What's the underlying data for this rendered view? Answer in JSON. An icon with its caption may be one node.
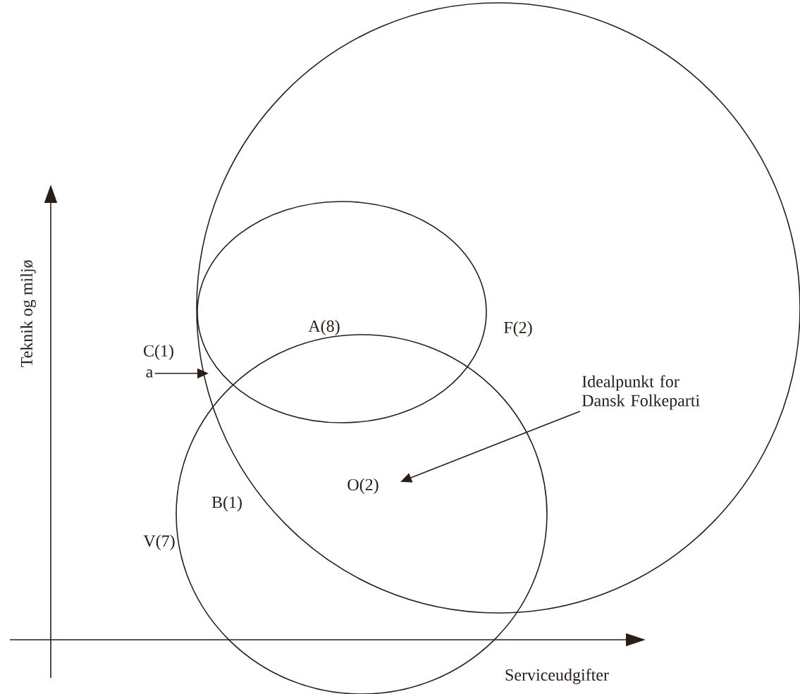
{
  "diagram": {
    "nodes": [
      {
        "text": [
          "a"
        ]
      },
      {
        "text": [
          "Idealpunkt for Dansk Folkeparti"
        ]
      }
    ],
    "edges": [
      {
        "from": 0,
        "to": null,
        "arrow": "to"
      },
      {
        "from": 1,
        "to": null,
        "arrow": "to"
      }
    ],
    "labels": [
      "Teknik og miljø",
      "A(8)",
      "F(2)",
      "C(1)",
      "O(2)",
      "B(1)",
      "V(7)",
      "Serviceudgifter"
    ]
  }
}
